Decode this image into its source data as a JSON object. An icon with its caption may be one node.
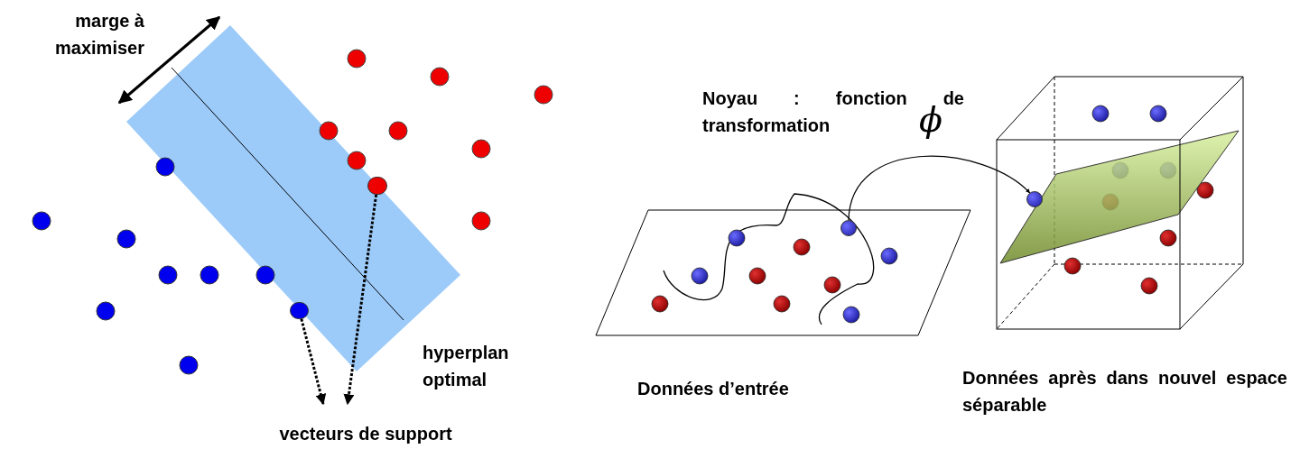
{
  "diagram": {
    "nodes": [
      {
        "text": [],
        "shape": "circle"
      },
      {
        "text": [],
        "shape": "circle"
      },
      {
        "text": [
          "vecteurs de support"
        ]
      },
      {
        "text": [],
        "shape": "circle"
      },
      {
        "text": [],
        "shape": "circle"
      }
    ],
    "edges": [
      {
        "from": 0,
        "to": 2,
        "arrow": "to",
        "style": "dashed"
      },
      {
        "from": 1,
        "to": 2,
        "arrow": "to",
        "style": "dashed"
      },
      {
        "from": 3,
        "to": 4,
        "arrow": "to"
      }
    ],
    "labels": [
      "marge à maximiser",
      "hyperplan optimal",
      "Noyau : fonction de transformation",
      "ϕ",
      "Données d’entrée",
      "Données après dans nouvel espace séparable"
    ]
  }
}
